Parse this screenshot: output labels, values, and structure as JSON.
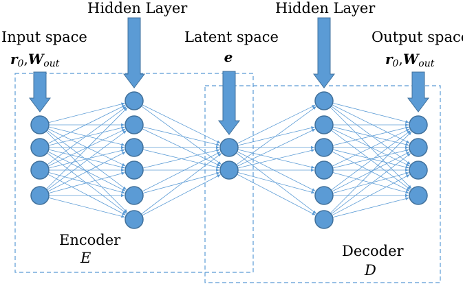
{
  "labels": {
    "input_space": "Input space",
    "latent_space": "Latent space",
    "output_space": "Output space",
    "hidden_layer_left": "Hidden Layer",
    "hidden_layer_right": "Hidden Layer",
    "encoder": "Encoder",
    "encoder_symbol": "E",
    "decoder": "Decoder",
    "decoder_symbol": "D"
  },
  "math": {
    "input_vars_r": "r",
    "input_vars_r_sub": "0",
    "input_vars_comma": ",",
    "input_vars_w": "W",
    "input_vars_w_sub": "out",
    "latent_var": "e",
    "output_vars_r": "r",
    "output_vars_r_sub": "0",
    "output_vars_comma": ",",
    "output_vars_w": "W",
    "output_vars_w_sub": "out"
  },
  "network": {
    "layer_sizes": [
      4,
      6,
      2,
      6,
      4
    ]
  },
  "colors": {
    "node_fill": "#5b9bd5",
    "node_stroke": "#41719c",
    "edge": "#5b9bd5",
    "arrow": "#5b9bd5",
    "arrow_stroke": "#41719c",
    "box_dash": "#5b9bd5"
  }
}
